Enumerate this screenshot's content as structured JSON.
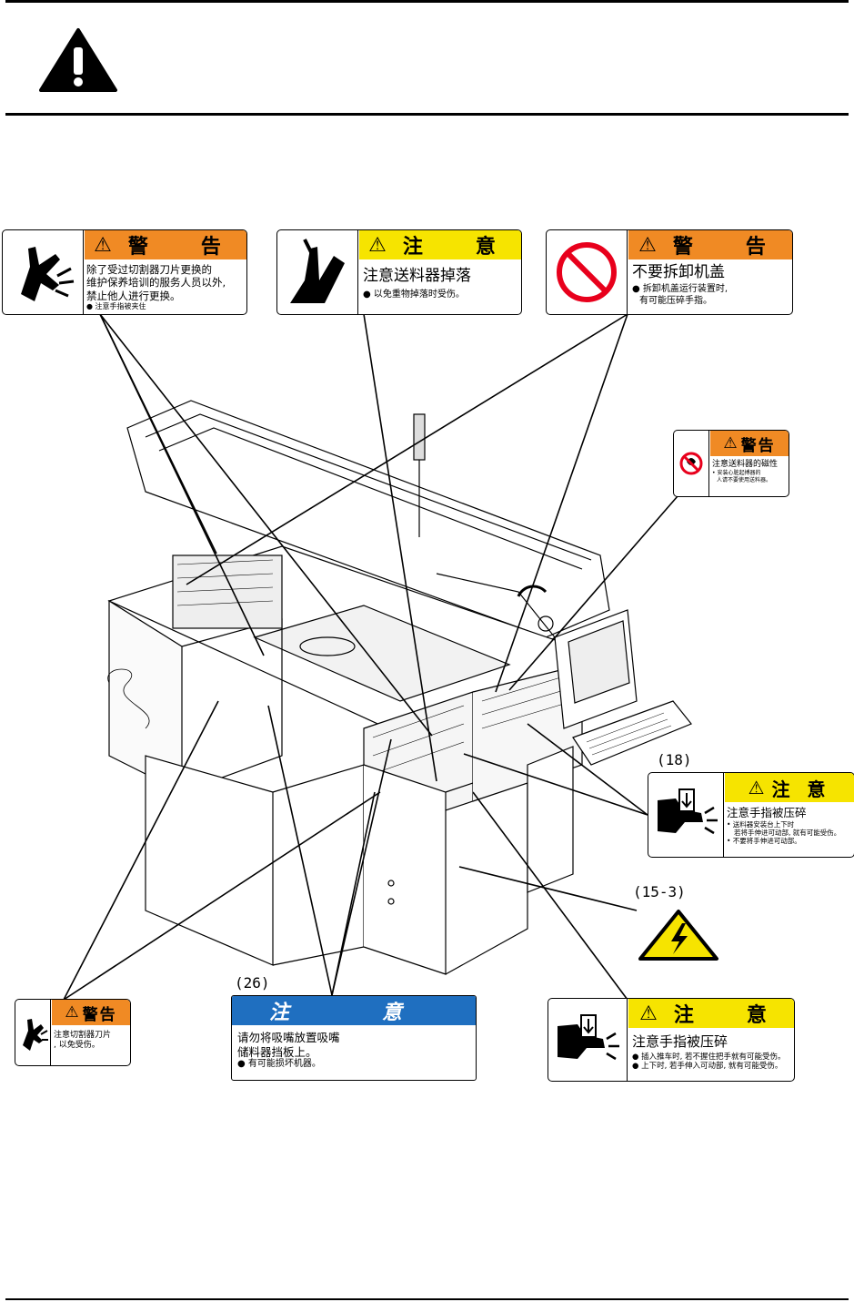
{
  "header": {
    "warning_symbol": "warning-triangle-icon"
  },
  "labels": {
    "cutter": {
      "header": "警　告",
      "text_lines": [
        "除了受过切割器刀片更换的",
        "维护保养培训的服务人员以外,",
        "禁止他人进行更换。"
      ],
      "bullet": "注意手指被夹住",
      "icon": "hand-cut-icon"
    },
    "feeder_fall": {
      "header": "注　意",
      "title": "注意送料器掉落",
      "bullet": "以免重物掉落时受伤。",
      "icon": "falling-object-icon"
    },
    "no_remove_cover": {
      "header": "警　告",
      "title": "不要拆卸机盖",
      "bullet_lines": [
        "拆卸机盖运行装置时,",
        "有可能压碎手指。"
      ],
      "icon": "prohibition-icon"
    },
    "magnet": {
      "header": "警告",
      "title": "注意送料器的磁性",
      "bullet_lines": [
        "安装心脏起搏器的",
        "人请不要使用送料器。"
      ],
      "icon": "no-pacemaker-icon"
    },
    "crush_18": {
      "callout": "(18)",
      "header": "注 意",
      "title": "注意手指被压碎",
      "bullet_lines": [
        "• 送料器安装台上下时",
        "若将手伸进可动部, 就有可能受伤。",
        "• 不要将手伸进可动部。"
      ],
      "icon": "hand-crush-icon"
    },
    "electric": {
      "callout": "(15-3)",
      "icon": "high-voltage-icon"
    },
    "cutter_small": {
      "header": "警告",
      "text_lines": [
        "注意切割器刀片",
        ", 以免受伤。"
      ],
      "icon": "hand-cut-icon"
    },
    "nozzle": {
      "callout": "(26)",
      "header": "注　意",
      "text_lines": [
        "请勿将吸嘴放置吸嘴",
        "储料器挡板上。"
      ],
      "bullet": "有可能损坏机器。"
    },
    "crush_cart": {
      "header": "注　意",
      "title": "注意手指被压碎",
      "bullet_lines": [
        "插入推车时, 若不握住把手就有可能受伤。",
        "上下时, 若手伸入可动部, 就有可能受伤。"
      ],
      "icon": "hand-crush-icon"
    }
  },
  "machine": {
    "description_icon": "placement-machine-illustration"
  },
  "colors": {
    "orange": "#f08a24",
    "yellow": "#f6e400",
    "blue": "#1f6fc0",
    "red": "#e8001c"
  }
}
